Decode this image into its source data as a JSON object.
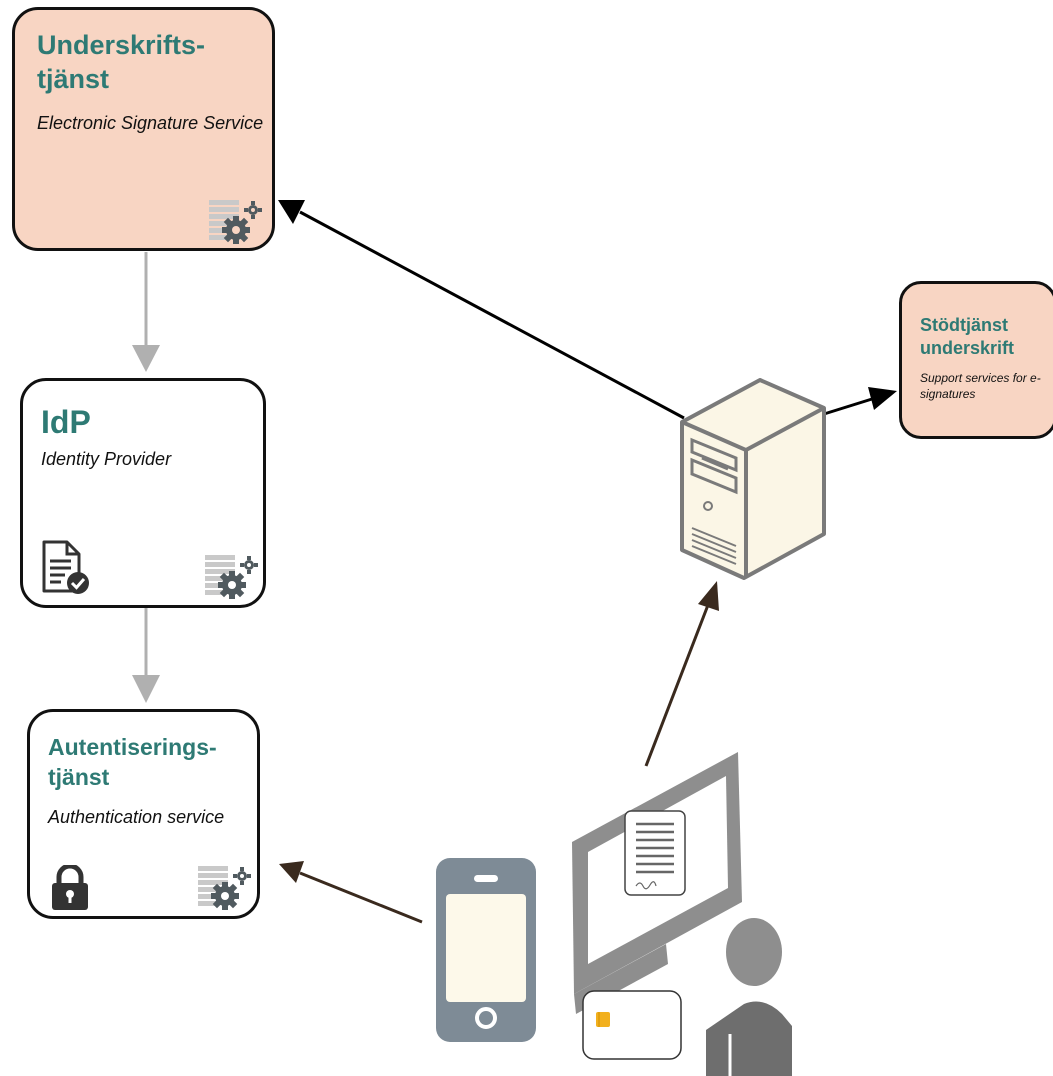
{
  "nodes": {
    "signature_service": {
      "title": "Underskrifts-tjänst",
      "subtitle": "Electronic Signature Service",
      "icon": "settings-table-icon"
    },
    "idp": {
      "title": "IdP",
      "subtitle": "Identity Provider",
      "icons": [
        "document-check-icon",
        "settings-table-icon"
      ]
    },
    "authentication": {
      "title": "Autentiserings-tjänst",
      "subtitle": "Authentication service",
      "icons": [
        "padlock-icon",
        "settings-table-icon"
      ]
    },
    "support": {
      "title": "Stödtjänst underskrift",
      "subtitle": "Support services for e-signatures"
    },
    "server": {
      "icon": "server-tower-icon"
    },
    "user": {
      "icons": [
        "computer-monitor-icon",
        "signed-document-icon",
        "smart-card-icon",
        "user-person-icon",
        "mobile-phone-icon"
      ]
    }
  },
  "edges": [
    {
      "from": "signature_service",
      "to": "idp",
      "style": "gray"
    },
    {
      "from": "idp",
      "to": "authentication",
      "style": "gray"
    },
    {
      "from": "server",
      "to": "signature_service",
      "style": "black"
    },
    {
      "from": "server",
      "to": "support",
      "style": "black"
    },
    {
      "from": "user",
      "to": "server",
      "style": "brown"
    },
    {
      "from": "mobile",
      "to": "authentication",
      "style": "brown"
    }
  ],
  "colors": {
    "title_text": "#2e7a74",
    "peach_fill": "#f8d5c3",
    "gray_arrow": "#b0b0b0",
    "black_arrow": "#000000",
    "brown_arrow": "#3a2a1e",
    "device_gray": "#8e8e8e",
    "phone_gray": "#7e8b96",
    "card_chip": "#f2b01e"
  }
}
